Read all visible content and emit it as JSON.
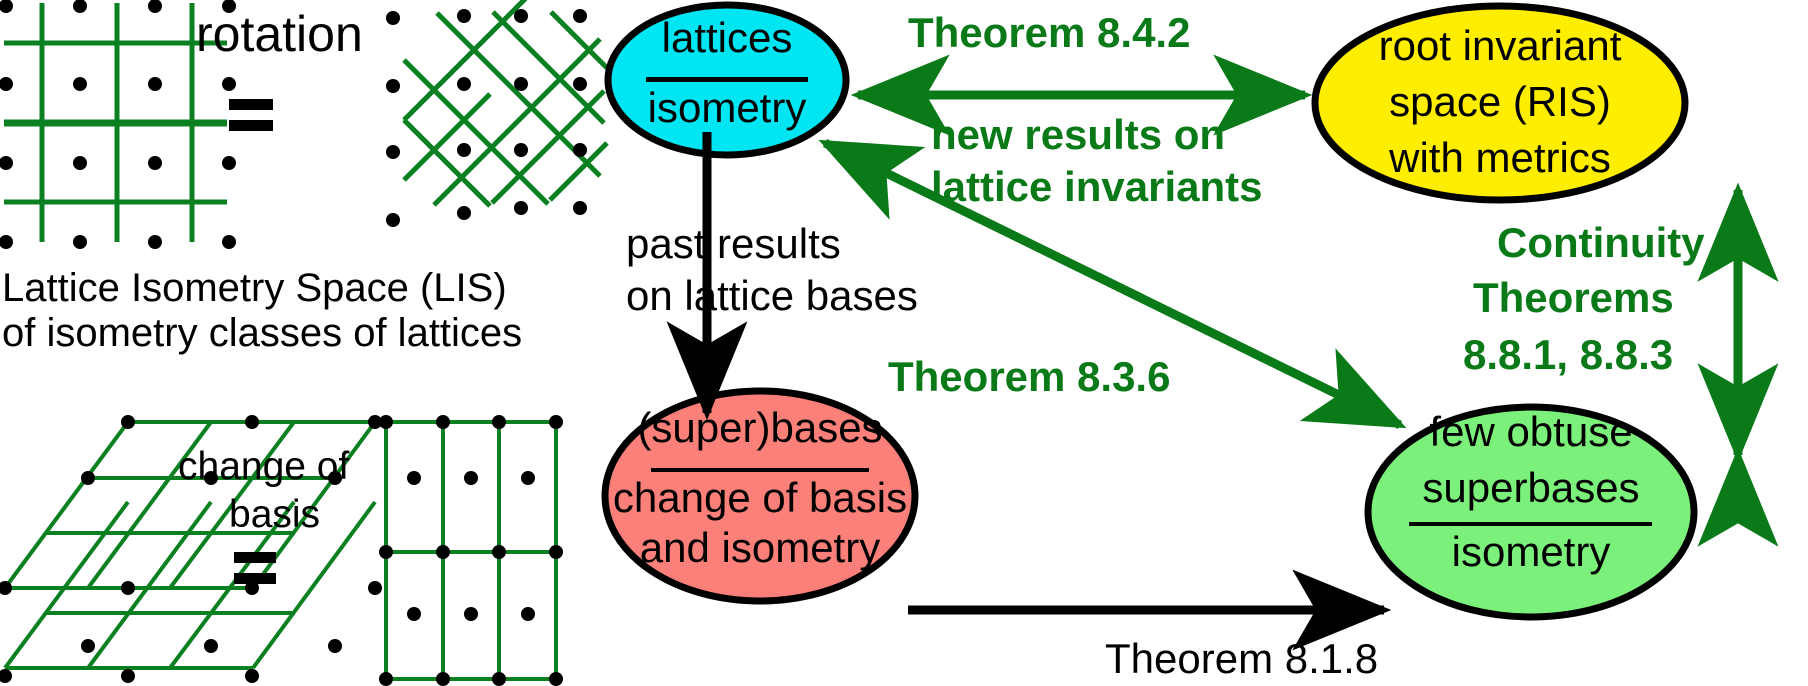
{
  "title": "Lattice Isometry Space diagram",
  "left_panel": {
    "rotation_label": "rotation",
    "equals_symbol": "=",
    "caption_line1": "Lattice Isometry Space (LIS)",
    "caption_line2": "of isometry classes of lattices",
    "change_of_basis_line1": "change of",
    "change_of_basis_line2": "basis",
    "equals_symbol2": "="
  },
  "nodes": {
    "lattices": {
      "numerator": "lattices",
      "denominator": "isometry",
      "fill": "#00e5f2"
    },
    "ris": {
      "line1": "root invariant",
      "line2": "space (RIS)",
      "line3": "with metrics",
      "fill": "#ffee00"
    },
    "superbases": {
      "numerator": "(super)bases",
      "denominator_line1": "change of basis",
      "denominator_line2": "and isometry",
      "fill": "#fb8079"
    },
    "obtuse": {
      "line1": "few obtuse",
      "numerator": "superbases",
      "denominator": "isometry",
      "fill": "#7bf07b"
    }
  },
  "edges": {
    "theorem_842": "Theorem 8.4.2",
    "new_results_line1": "new results on",
    "new_results_line2": "lattice invariants",
    "past_results_line1": "past results",
    "past_results_line2": "on lattice bases",
    "theorem_836": "Theorem 8.3.6",
    "continuity_line1": "Continuity",
    "continuity_line2": "Theorems",
    "continuity_line3": "8.8.1, 8.8.3",
    "theorem_818": "Theorem 8.1.8"
  },
  "colors": {
    "green_line": "#0a7a18",
    "black": "#000000",
    "lattice_green": "#0a8020"
  }
}
